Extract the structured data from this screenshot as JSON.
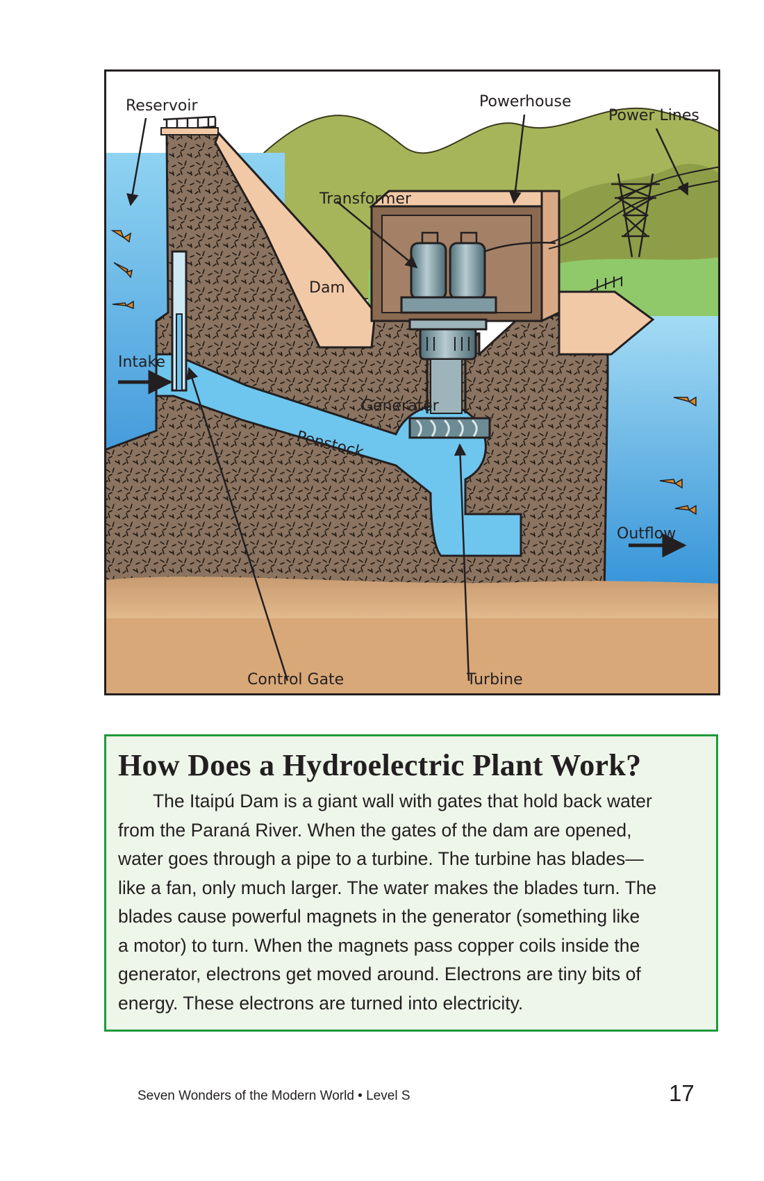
{
  "diagram": {
    "labels": {
      "reservoir": "Reservoir",
      "powerhouse": "Powerhouse",
      "power_lines": "Power Lines",
      "transformer": "Transformer",
      "dam": "Dam",
      "intake": "Intake",
      "generator": "Generator",
      "penstock": "Penstock",
      "outflow": "Outflow",
      "control_gate": "Control Gate",
      "turbine": "Turbine"
    },
    "colors": {
      "water": "#6ec6ee",
      "water_deep": "#2e8fd6",
      "concrete": "#8a7360",
      "hills": "#a6b55a",
      "grass": "#8fc96a",
      "ground": "#d8a878",
      "dam_face": "#f2c9a6",
      "machinery": "#6c8b95"
    }
  },
  "sidebar": {
    "heading": "How Does a Hydroelectric Plant Work?",
    "lines": [
      "The Itaipú Dam is a giant wall with gates that hold back water",
      "from the Paraná River. When the gates of the dam are opened,",
      "water goes through a pipe to a turbine. The turbine has blades—",
      "like a fan, only much larger. The water makes the blades turn. The",
      "blades cause powerful magnets in the generator (something like",
      "a motor) to turn. When the magnets pass copper coils inside the",
      "generator, electrons get moved around. Electrons are tiny bits of",
      "energy. These electrons are turned into electricity."
    ],
    "border_color": "#1e9a3a"
  },
  "footer": {
    "title": "Seven Wonders of the Modern World • Level S",
    "page_number": "17"
  }
}
